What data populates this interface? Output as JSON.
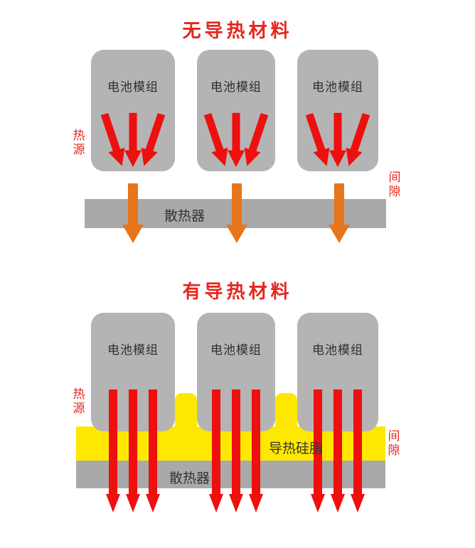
{
  "colors": {
    "module_gray": "#b4b4b4",
    "heatsink_gray": "#a9a9a9",
    "grease_yellow": "#ffe800",
    "arrow_red": "#ee0f0f",
    "title_red": "#e6261e",
    "arrow_orange": "#e6751c",
    "text_dark": "#2f2f2f"
  },
  "icons": {
    "heat_fan": "three converging red down-arrows",
    "heat_flow": "orange straight down-arrow",
    "heat_stripe": "red straight down-arrow"
  },
  "top_section": {
    "title": "无导热材料",
    "battery_modules": [
      {
        "label": "电池模组"
      },
      {
        "label": "电池模组"
      },
      {
        "label": "电池模组"
      }
    ],
    "heat_source_label": "热源",
    "gap_label": "间隙",
    "heatsink_label": "散热器"
  },
  "bottom_section": {
    "title": "有导热材料",
    "battery_modules": [
      {
        "label": "电池模组"
      },
      {
        "label": "电池模组"
      },
      {
        "label": "电池模组"
      }
    ],
    "heat_source_label": "热源",
    "gap_label": "间隙",
    "thermal_grease_label": "导热硅脂",
    "heatsink_label": "散热器"
  }
}
